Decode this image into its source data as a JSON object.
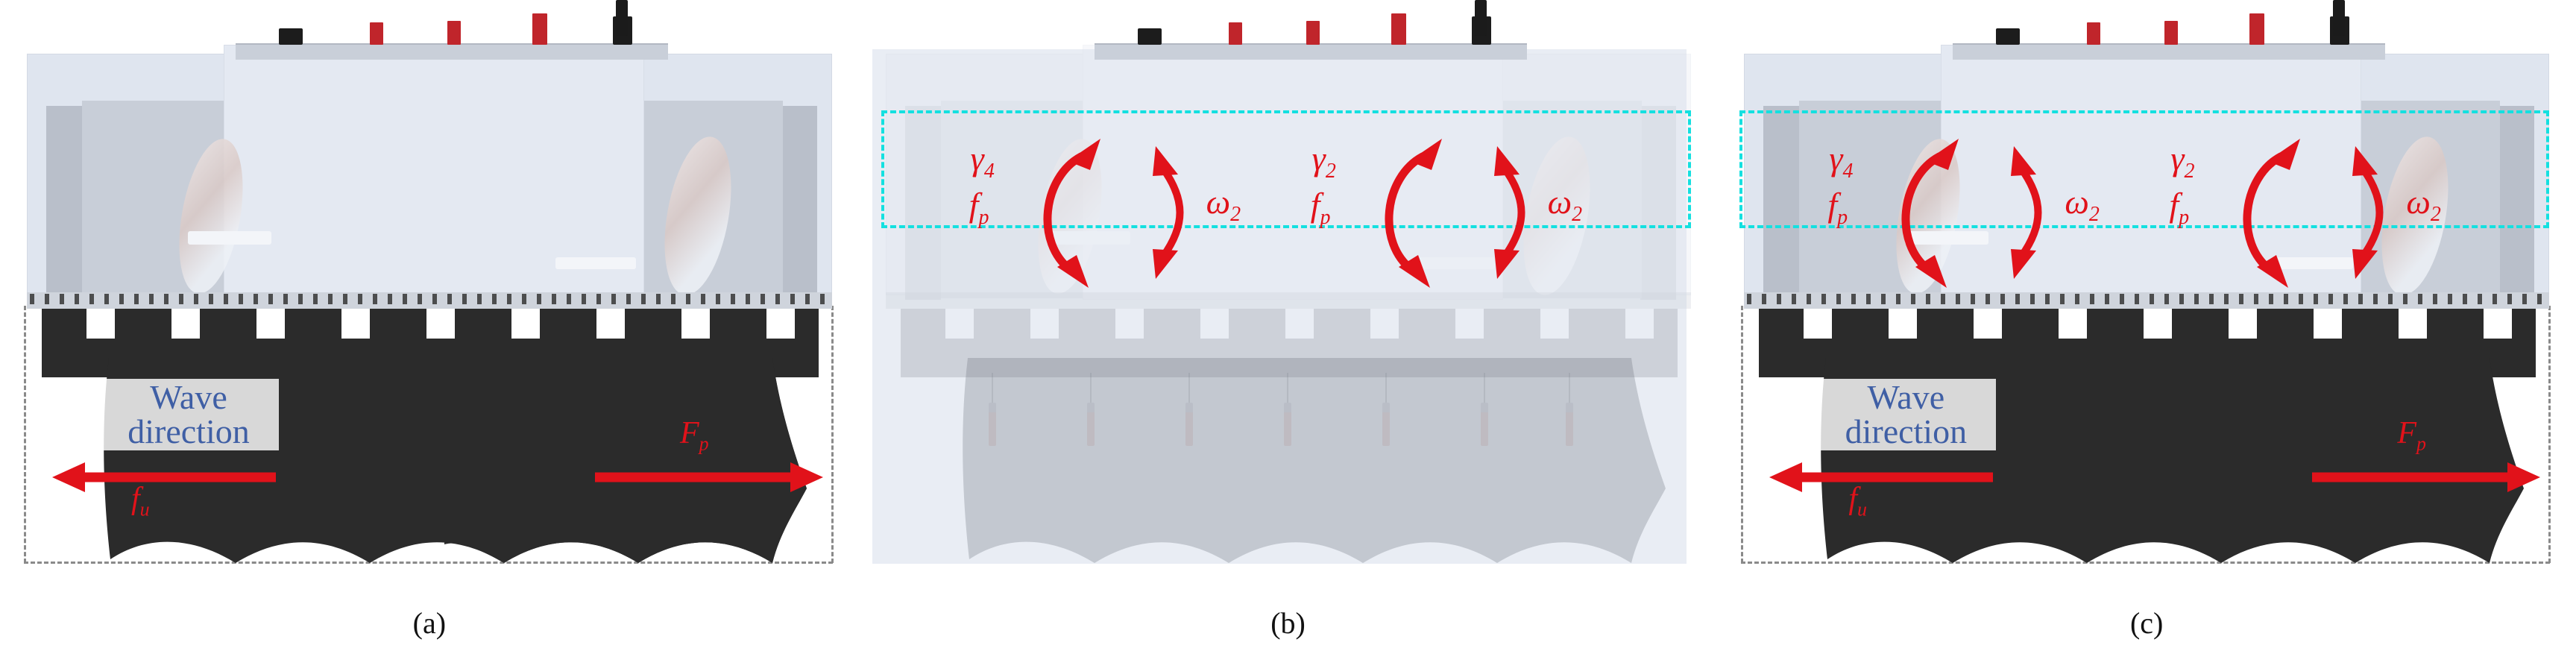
{
  "figure": {
    "panels": [
      {
        "id": "a",
        "caption": "(a)",
        "variant": "full-contrast",
        "labels": {
          "wave_direction_line1": "Wave",
          "wave_direction_line2": "direction",
          "force_left": "f",
          "force_left_sub": "u",
          "force_right": "F",
          "force_right_sub": "p"
        },
        "annotations": {
          "has_wave_direction": true,
          "has_cyan_box": false,
          "has_rotation_labels": false
        }
      },
      {
        "id": "b",
        "caption": "(b)",
        "variant": "washed-out",
        "labels": {
          "gamma_left": "γ",
          "gamma_left_sub": "4",
          "fp_left": "f",
          "fp_left_sub": "p",
          "omega_left": "ω",
          "omega_left_sub": "2",
          "gamma_right": "γ",
          "gamma_right_sub": "2",
          "fp_right": "f",
          "fp_right_sub": "p",
          "omega_right": "ω",
          "omega_right_sub": "2"
        },
        "annotations": {
          "has_wave_direction": false,
          "has_cyan_box": true,
          "has_rotation_labels": true
        }
      },
      {
        "id": "c",
        "caption": "(c)",
        "variant": "full-contrast",
        "labels": {
          "wave_direction_line1": "Wave",
          "wave_direction_line2": "direction",
          "force_left": "f",
          "force_left_sub": "u",
          "force_right": "F",
          "force_right_sub": "p",
          "gamma_left": "γ",
          "gamma_left_sub": "4",
          "fp_left": "f",
          "fp_left_sub": "p",
          "omega_left": "ω",
          "omega_left_sub": "2",
          "gamma_right": "γ",
          "gamma_right_sub": "2",
          "fp_right": "f",
          "fp_right_sub": "p",
          "omega_right": "ω",
          "omega_right_sub": "2"
        },
        "annotations": {
          "has_wave_direction": true,
          "has_cyan_box": true,
          "has_rotation_labels": true
        }
      }
    ],
    "colors": {
      "annotation_red": "#e1121a",
      "wave_text_blue": "#3f5fa5",
      "highlight_cyan": "#14e0e0",
      "boundary_dash_gray": "#8a8a8a",
      "water_dark": "#2b2b2b",
      "water_light": "#b9bec7",
      "hull_fill": "#dfe5ef",
      "deck_gray": "#c9cfd9",
      "marker_red": "#c0252b",
      "background": "#ffffff"
    },
    "deck_markers": {
      "black_markers": 2,
      "red_markers": 3,
      "mast_count": 1
    },
    "probe_count": 7
  }
}
